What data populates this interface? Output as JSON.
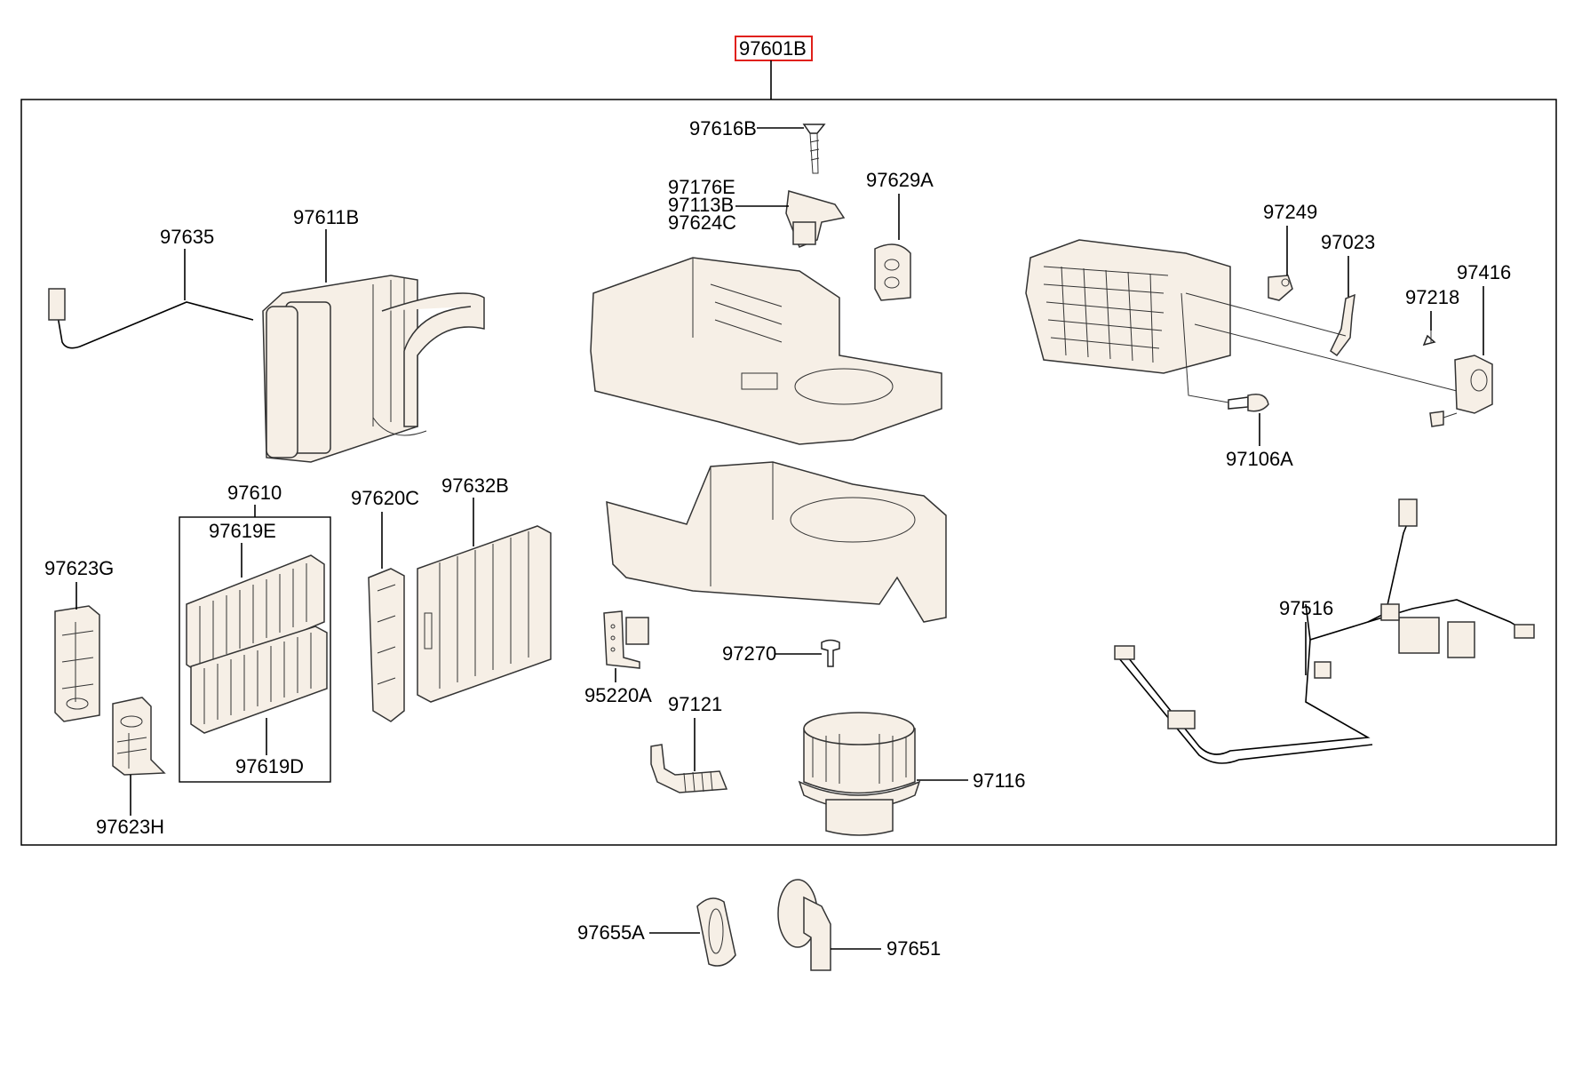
{
  "diagram": {
    "top_label": "97601B",
    "labels": {
      "p97616B": "97616B",
      "p97176E": "97176E",
      "p97113B": "97113B",
      "p97624C": "97624C",
      "p97629A": "97629A",
      "p97635": "97635",
      "p97611B": "97611B",
      "p97249": "97249",
      "p97023": "97023",
      "p97416": "97416",
      "p97218": "97218",
      "p97106A": "97106A",
      "p97610": "97610",
      "p97619E": "97619E",
      "p97619D": "97619D",
      "p97620C": "97620C",
      "p97632B": "97632B",
      "p97623G": "97623G",
      "p97623H": "97623H",
      "p95220A": "95220A",
      "p97270": "97270",
      "p97121": "97121",
      "p97116": "97116",
      "p97516": "97516",
      "p97655A": "97655A",
      "p97651": "97651"
    },
    "colors": {
      "highlight_box": "#e0201a",
      "part_fill": "#f6efe6",
      "line": "#000000"
    }
  }
}
